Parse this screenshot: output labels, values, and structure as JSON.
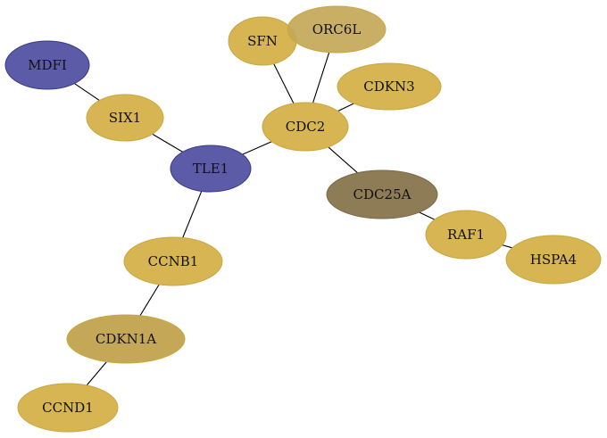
{
  "colors": {
    "blue_fill": "#5c5ba8",
    "blue_stroke": "#3b3a8c",
    "gold_fill": "#d6b552",
    "gold_stroke": "#c9a73f",
    "dark_gold_fill": "#c4a858",
    "olive_fill": "#8e7c57",
    "olive_stroke": "#7a6a48",
    "edge": "#000000"
  },
  "nodes": [
    {
      "id": "MDFI",
      "label": "MDFI",
      "color": "blue"
    },
    {
      "id": "SIX1",
      "label": "SIX1",
      "color": "gold"
    },
    {
      "id": "TLE1",
      "label": "TLE1",
      "color": "blue"
    },
    {
      "id": "SFN",
      "label": "SFN",
      "color": "gold"
    },
    {
      "id": "ORC6L",
      "label": "ORC6L",
      "color": "dark_gold"
    },
    {
      "id": "CDKN3",
      "label": "CDKN3",
      "color": "gold"
    },
    {
      "id": "CDC2",
      "label": "CDC2",
      "color": "gold"
    },
    {
      "id": "CDC25A",
      "label": "CDC25A",
      "color": "olive"
    },
    {
      "id": "RAF1",
      "label": "RAF1",
      "color": "gold"
    },
    {
      "id": "HSPA4",
      "label": "HSPA4",
      "color": "gold"
    },
    {
      "id": "CCNB1",
      "label": "CCNB1",
      "color": "gold"
    },
    {
      "id": "CDKN1A",
      "label": "CDKN1A",
      "color": "dark_gold"
    },
    {
      "id": "CCND1",
      "label": "CCND1",
      "color": "gold"
    }
  ],
  "edges": [
    [
      "MDFI",
      "SIX1"
    ],
    [
      "SIX1",
      "TLE1"
    ],
    [
      "TLE1",
      "CDC2"
    ],
    [
      "TLE1",
      "CCNB1"
    ],
    [
      "CDC2",
      "SFN"
    ],
    [
      "CDC2",
      "ORC6L"
    ],
    [
      "CDC2",
      "CDKN3"
    ],
    [
      "CDC2",
      "CDC25A"
    ],
    [
      "CDC25A",
      "RAF1"
    ],
    [
      "RAF1",
      "HSPA4"
    ],
    [
      "CCNB1",
      "CDKN1A"
    ],
    [
      "CDKN1A",
      "CCND1"
    ]
  ]
}
